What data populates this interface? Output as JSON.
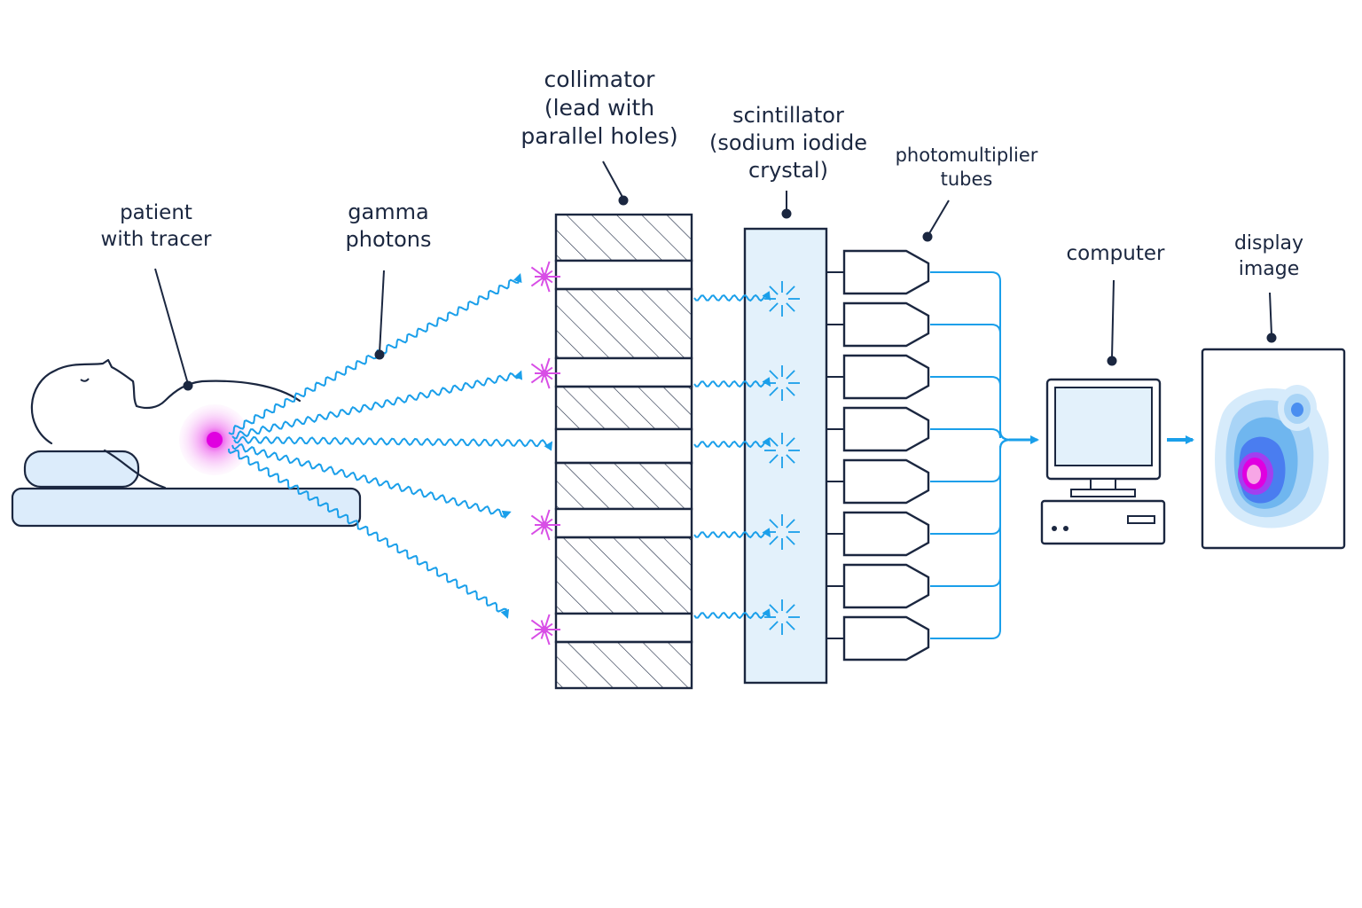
{
  "labels": {
    "patient": [
      "patient",
      "with tracer"
    ],
    "gamma": [
      "gamma",
      "photons"
    ],
    "collimator": [
      "collimator",
      "(lead with",
      "parallel holes)"
    ],
    "scintillator": [
      "scintillator",
      "(sodium iodide",
      "crystal)"
    ],
    "pmt": [
      "photomultiplier",
      "tubes"
    ],
    "computer": [
      "computer"
    ],
    "display": [
      "display",
      "image"
    ]
  },
  "colors": {
    "ink": "#1b2740",
    "photon": "#1a9fea",
    "flash": "#d84ee6",
    "crystal_fill": "#e3f1fb",
    "bed_fill": "#dcecfb",
    "screen_fill": "#e3f1fb",
    "tracer": "#e000e0"
  },
  "icons": [
    "patient-outline",
    "collimator-block",
    "scintillator-crystal",
    "photomultiplier-tube",
    "computer-monitor",
    "heatmap-display"
  ]
}
